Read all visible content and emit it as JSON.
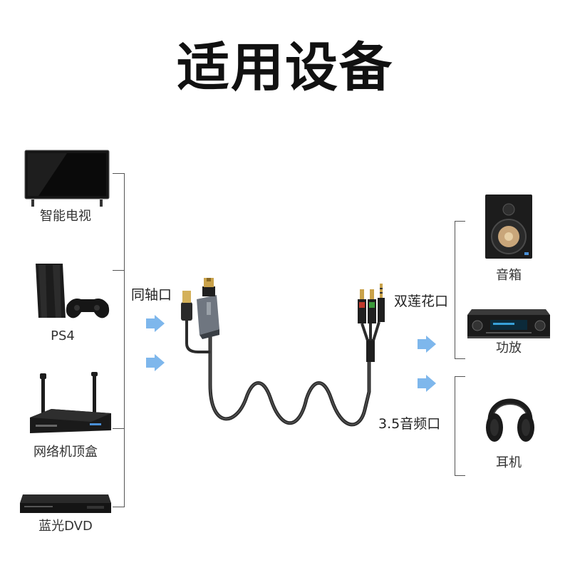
{
  "title": "适用设备",
  "source_devices": [
    {
      "label": "智能电视",
      "icon": "tv-icon"
    },
    {
      "label": "PS4",
      "icon": "game-console-icon"
    },
    {
      "label": "网络机顶盒",
      "icon": "router-icon"
    },
    {
      "label": "蓝光DVD",
      "icon": "dvd-player-icon"
    }
  ],
  "output_devices": [
    {
      "label": "音箱",
      "icon": "speaker-icon"
    },
    {
      "label": "功放",
      "icon": "amplifier-icon"
    },
    {
      "label": "耳机",
      "icon": "headphones-icon"
    }
  ],
  "ports": {
    "coaxial": "同轴口",
    "dual_rca": "双莲花口",
    "aux_35": "3.5音频口"
  },
  "colors": {
    "arrow": "#7eb7ec",
    "cable": "#2b2b2b",
    "connector_gold": "#c9a24a",
    "rca_red": "#c0392b",
    "rca_green": "#3a9a3a"
  }
}
